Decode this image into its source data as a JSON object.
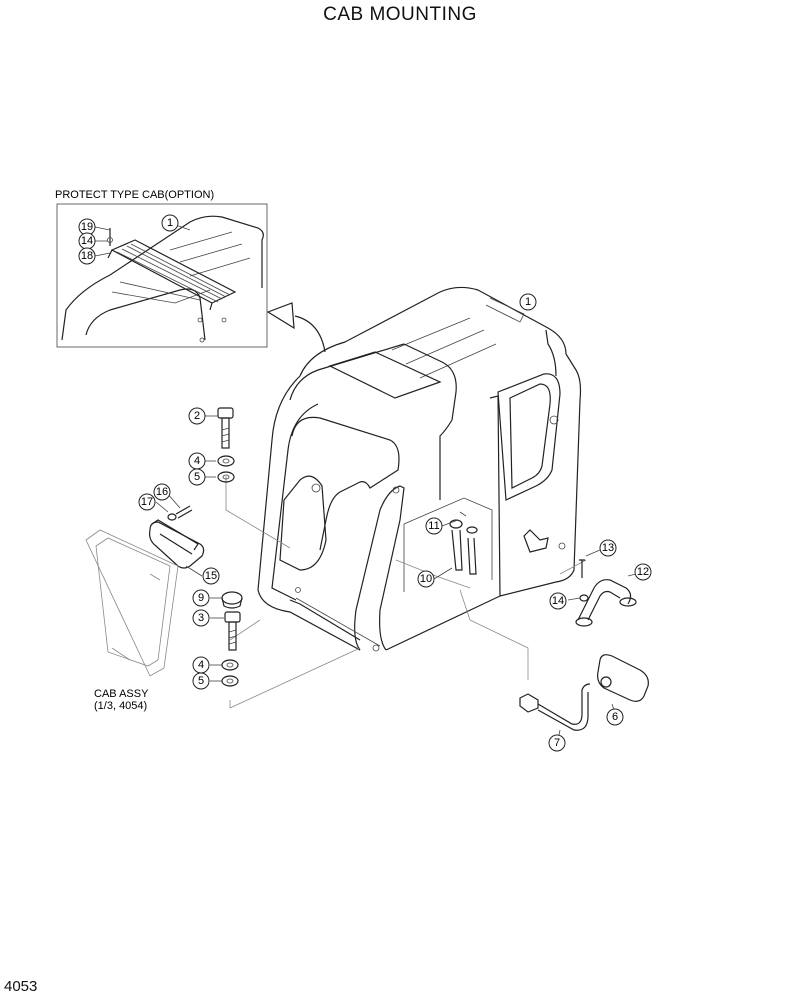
{
  "header": {
    "title": "CAB MOUNTING"
  },
  "inset": {
    "label": "PROTECT TYPE CAB(OPTION)"
  },
  "reference": {
    "line1": "CAB ASSY",
    "line2": "(1/3, 4054)"
  },
  "footer": {
    "page_number": "4053"
  },
  "callouts": {
    "inset_19": "19",
    "inset_14": "14",
    "inset_18": "18",
    "inset_1": "1",
    "cab_1": "1",
    "c2": "2",
    "c4a": "4",
    "c5a": "5",
    "c16": "16",
    "c17": "17",
    "c15": "15",
    "c9": "9",
    "c3": "3",
    "c4b": "4",
    "c5b": "5",
    "c11": "11",
    "c10": "10",
    "c13": "13",
    "c12": "12",
    "c14": "14",
    "c6": "6",
    "c7": "7"
  }
}
